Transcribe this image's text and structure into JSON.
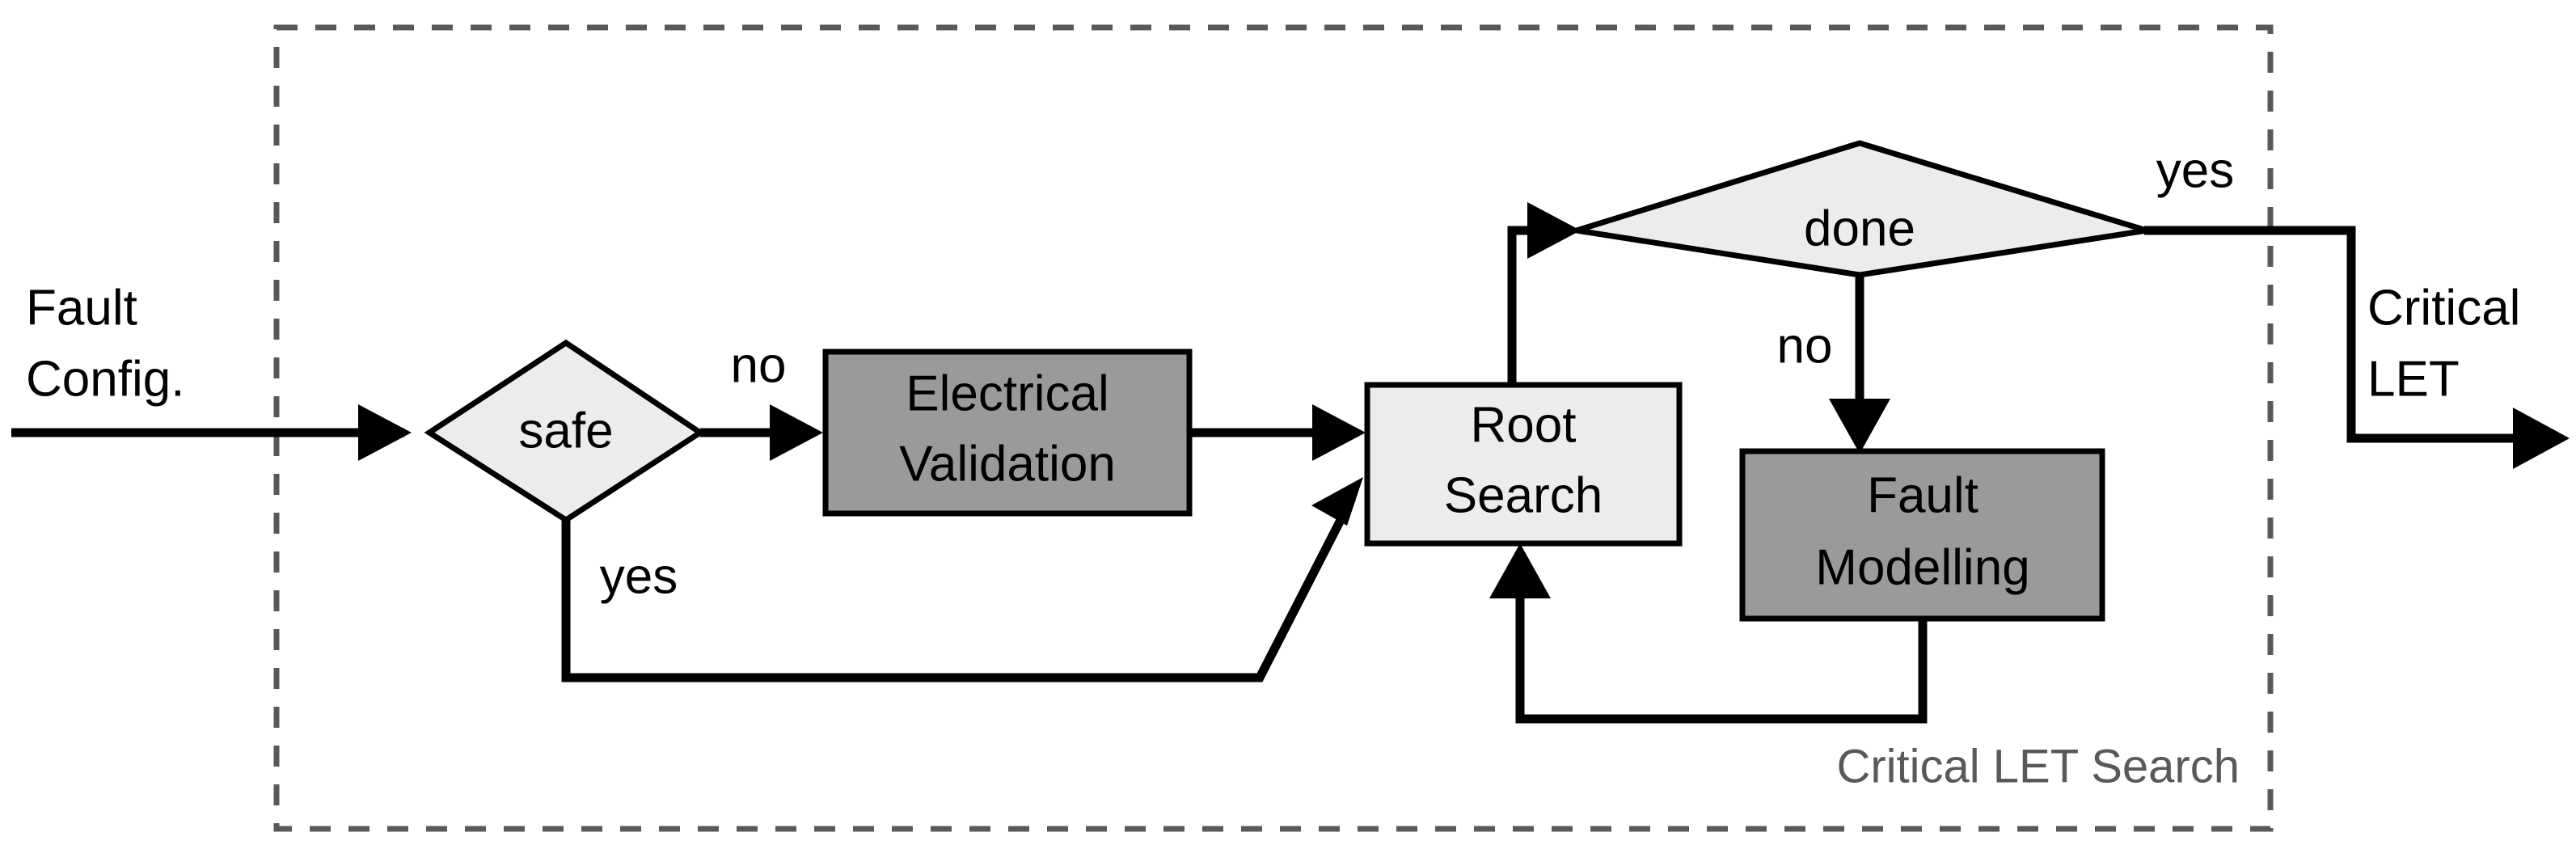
{
  "diagram": {
    "title": "Critical LET Search",
    "group_label": "Critical LET Search",
    "colors": {
      "decision_fill": "#ececec",
      "process_fill": "#9a9a9a",
      "light_process_fill": "#ececec",
      "stroke": "#000000",
      "group_stroke": "#595959",
      "group_label_color": "#595959",
      "background": "#ffffff"
    },
    "nodes": [
      {
        "id": "fault_config",
        "label_line1": "Fault",
        "label_line2": "Config.",
        "type": "io-label",
        "fill": "none"
      },
      {
        "id": "safe",
        "label": "safe",
        "type": "decision",
        "fill": "#ececec"
      },
      {
        "id": "electrical_validation",
        "label_line1": "Electrical",
        "label_line2": "Validation",
        "type": "process",
        "fill": "#9a9a9a"
      },
      {
        "id": "root_search",
        "label_line1": "Root",
        "label_line2": "Search",
        "type": "process-light",
        "fill": "#ececec"
      },
      {
        "id": "done",
        "label": "done",
        "type": "decision",
        "fill": "#ececec"
      },
      {
        "id": "fault_modelling",
        "label_line1": "Fault",
        "label_line2": "Modelling",
        "type": "process",
        "fill": "#9a9a9a"
      },
      {
        "id": "critical_let",
        "label_line1": "Critical",
        "label_line2": "LET",
        "type": "io-label",
        "fill": "none"
      }
    ],
    "edge_labels": {
      "safe_no": "no",
      "safe_yes": "yes",
      "done_no": "no",
      "done_yes": "yes"
    },
    "edges": [
      {
        "from": "fault_config",
        "to": "safe",
        "label": ""
      },
      {
        "from": "safe",
        "to": "electrical_validation",
        "label": "no"
      },
      {
        "from": "safe",
        "to": "root_search",
        "label": "yes"
      },
      {
        "from": "electrical_validation",
        "to": "root_search",
        "label": ""
      },
      {
        "from": "root_search",
        "to": "done",
        "label": ""
      },
      {
        "from": "done",
        "to": "fault_modelling",
        "label": "no"
      },
      {
        "from": "done",
        "to": "critical_let",
        "label": "yes"
      },
      {
        "from": "fault_modelling",
        "to": "root_search",
        "label": ""
      }
    ]
  }
}
